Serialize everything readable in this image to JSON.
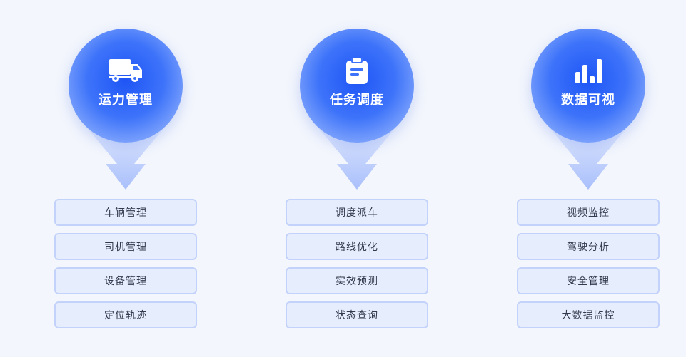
{
  "columns": [
    {
      "title": "运力管理",
      "icon": "truck-icon",
      "items": [
        "车辆管理",
        "司机管理",
        "设备管理",
        "定位轨迹"
      ]
    },
    {
      "title": "任务调度",
      "icon": "clipboard-icon",
      "items": [
        "调度派车",
        "路线优化",
        "实效预测",
        "状态查询"
      ]
    },
    {
      "title": "数据可视",
      "icon": "bar-chart-icon",
      "items": [
        "视频监控",
        "驾驶分析",
        "安全管理",
        "大数据监控"
      ]
    }
  ],
  "colors": {
    "circle_core": "#1e55f5",
    "circle_edge": "#b9cdfd",
    "item_bg": "#e6edfd",
    "item_border": "#c3d2fa",
    "background": "#f3f6fc"
  }
}
